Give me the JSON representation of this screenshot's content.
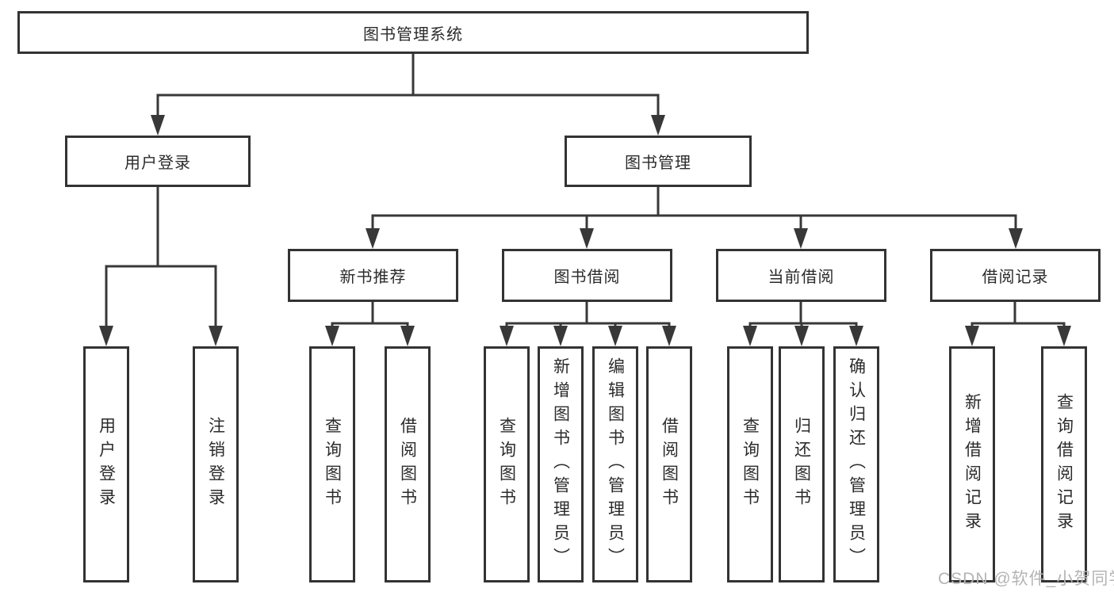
{
  "diagram": {
    "type": "hierarchy-tree",
    "tree": {
      "label": "图书管理系统",
      "children": [
        {
          "label": "用户登录",
          "children": [
            {
              "label": "用户登录"
            },
            {
              "label": "注销登录"
            }
          ]
        },
        {
          "label": "图书管理",
          "children": [
            {
              "label": "新书推荐",
              "children": [
                {
                  "label": "查询图书"
                },
                {
                  "label": "借阅图书"
                }
              ]
            },
            {
              "label": "图书借阅",
              "children": [
                {
                  "label": "查询图书"
                },
                {
                  "label": "新增图书（管理员）"
                },
                {
                  "label": "编辑图书（管理员）"
                },
                {
                  "label": "借阅图书"
                }
              ]
            },
            {
              "label": "当前借阅",
              "children": [
                {
                  "label": "查询图书"
                },
                {
                  "label": "归还图书"
                },
                {
                  "label": "确认归还（管理员）"
                }
              ]
            },
            {
              "label": "借阅记录",
              "children": [
                {
                  "label": "新增借阅记录"
                },
                {
                  "label": "查询借阅记录"
                }
              ]
            }
          ]
        }
      ]
    },
    "colors": {
      "line": "#383838",
      "box_border": "#333333",
      "text": "#2b2b2b",
      "background": "#ffffff",
      "watermark_text": "#b4b4b4"
    }
  },
  "watermark": "CSDN @软件_小贺同学"
}
